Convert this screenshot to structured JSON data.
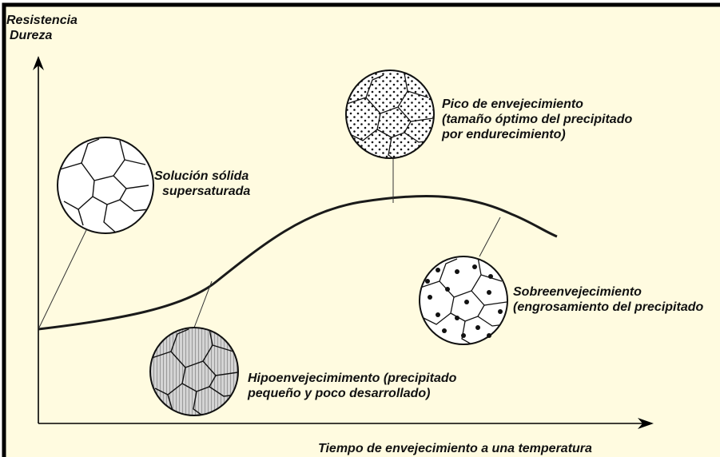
{
  "colors": {
    "background": "#fffbe0",
    "frame": "#000000",
    "curve": "#1a1a1a",
    "hatch_fill": "#d0d0d0"
  },
  "axes": {
    "y_label_line1": "Resistencia",
    "y_label_line2": "Dureza",
    "x_label": "Tiempo de envejecimiento a una temperatura"
  },
  "stages": {
    "solid_solution": {
      "line1": "Solución sólida",
      "line2": "supersaturada",
      "pattern": "grains-empty"
    },
    "underaged": {
      "line1": "Hipoenvejecimimento (precipitado",
      "line2": "pequeño y poco desarrollado)",
      "pattern": "grains-hatched"
    },
    "peak": {
      "line1": "Pico de envejecimiento",
      "line2": "(tamaño óptimo del precipitado",
      "line3": "por endurecimiento)",
      "pattern": "grains-fine-dots"
    },
    "overaged": {
      "line1": "Sobreenvejecimiento",
      "line2": "(engrosamiento del precipitado",
      "pattern": "grains-coarse-dots"
    }
  }
}
